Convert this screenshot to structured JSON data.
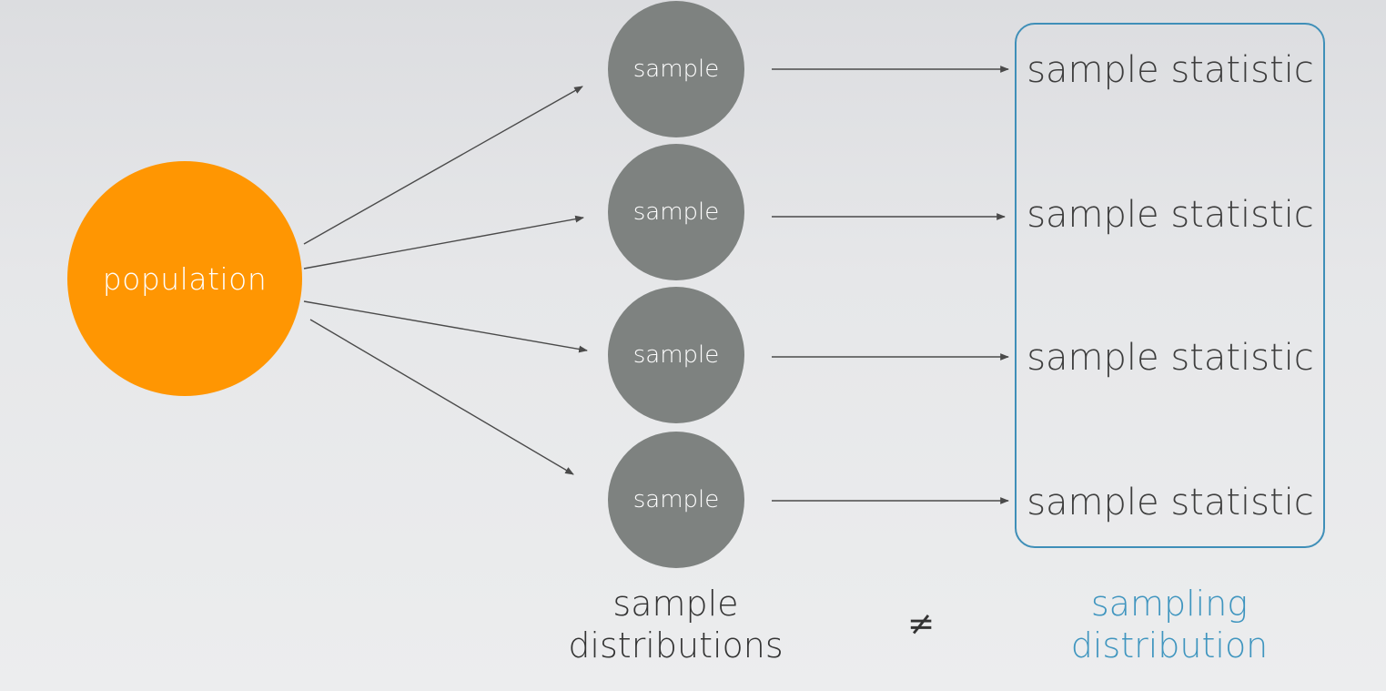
{
  "population": {
    "label": "population"
  },
  "samples": [
    {
      "label": "sample"
    },
    {
      "label": "sample"
    },
    {
      "label": "sample"
    },
    {
      "label": "sample"
    }
  ],
  "statistics": [
    {
      "label": "sample statistic"
    },
    {
      "label": "sample statistic"
    },
    {
      "label": "sample statistic"
    },
    {
      "label": "sample statistic"
    }
  ],
  "captions": {
    "sample_distributions": {
      "line1": "sample",
      "line2": "distributions"
    },
    "sampling_distribution": {
      "line1": "sampling",
      "line2": "distribution"
    },
    "not_equal": "≠"
  },
  "colors": {
    "population": "#ff9602",
    "sample": "#7e8280",
    "box_border": "#3f8fb8",
    "sampling_caption": "#3f95bf",
    "sample_caption": "#333333",
    "arrow": "#4a4a4a"
  }
}
